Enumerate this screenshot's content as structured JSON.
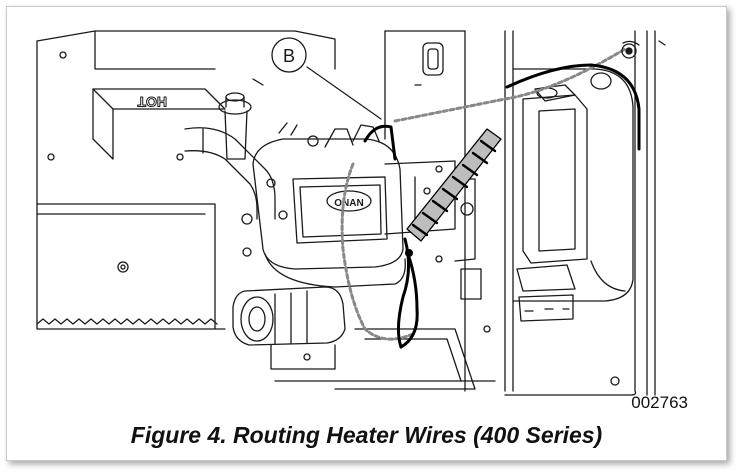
{
  "figure": {
    "callout_label": "B",
    "stamp_text": "HOT",
    "brand_text": "ONAN",
    "reference_code": "002763",
    "caption": "Figure 4. Routing Heater Wires (400 Series)"
  },
  "colors": {
    "line": "#1a1a1a",
    "wire": "#000000",
    "hidden_wire": "#888888",
    "background": "#ffffff"
  }
}
